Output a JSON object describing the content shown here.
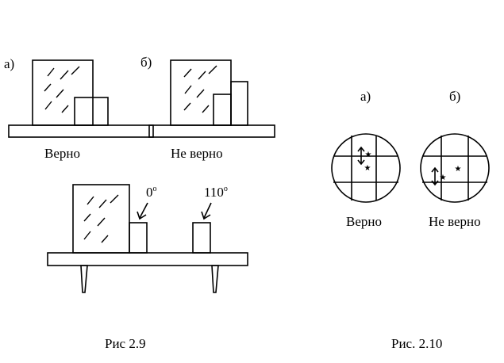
{
  "fig29": {
    "panel_a_letter": "а)",
    "panel_b_letter": "б)",
    "correct_label": "Верно",
    "incorrect_label": "Не верно",
    "angle_0": "0",
    "angle_110": "110",
    "degree_mark": "o",
    "caption": "Рис 2.9"
  },
  "fig210": {
    "panel_a_letter": "а)",
    "panel_b_letter": "б)",
    "correct_label": "Верно",
    "incorrect_label": "Не верно",
    "caption": "Рис. 2.10"
  }
}
